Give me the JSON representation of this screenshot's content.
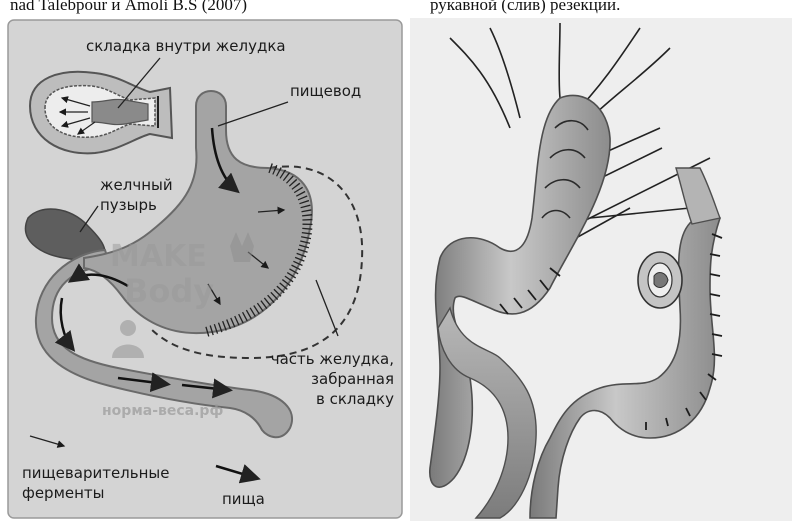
{
  "captions": {
    "left": "nad Talebpour и Amoli B.S (2007)",
    "right": "рукавной (слив) резекции."
  },
  "labels": {
    "fold_inside": "складка внутри желудка",
    "esophagus": "пищевод",
    "gallbladder_line1": "желчный",
    "gallbladder_line2": "пузырь",
    "stomach_part_line1": "часть желудка,",
    "stomach_part_line2": "забранная",
    "stomach_part_line3": "в складку",
    "enzymes_line1": "пищеварительные",
    "enzymes_line2": "ферменты",
    "food": "пища"
  },
  "watermark": {
    "brand_line1": "MAKE",
    "brand_line2": "Body",
    "site": "норма-веса.рф"
  },
  "colors": {
    "panel_bg": "#d4d4d4",
    "organ_fill": "#a4a4a4",
    "organ_stroke": "#6a6a6a",
    "gallbladder": "#5e5e5e",
    "right_bg": "#eeeeee",
    "tissue": "#c8c8c8"
  }
}
